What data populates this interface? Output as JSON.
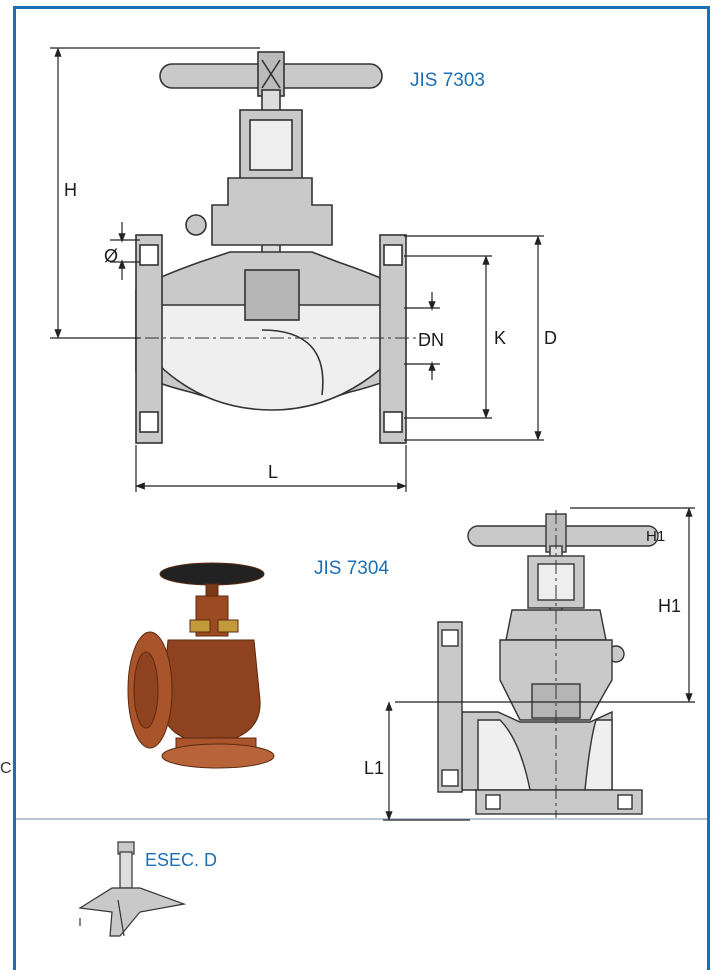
{
  "labels": {
    "jis7303": "JIS 7303",
    "jis7304": "JIS 7304",
    "esec_d": "ESEC. D",
    "H": "H",
    "phi": "Ø",
    "DN": "DN",
    "K": "K",
    "D": "D",
    "L": "L",
    "H1": "H1",
    "H1_small": "H1",
    "L1": "L1",
    "edge_c": "C"
  },
  "colors": {
    "accent": "#1a6fb5",
    "drawing_fill": "#c9c9c9",
    "drawing_stroke": "#333333",
    "bronze": "#9c4a22",
    "handwheel": "#222222"
  }
}
